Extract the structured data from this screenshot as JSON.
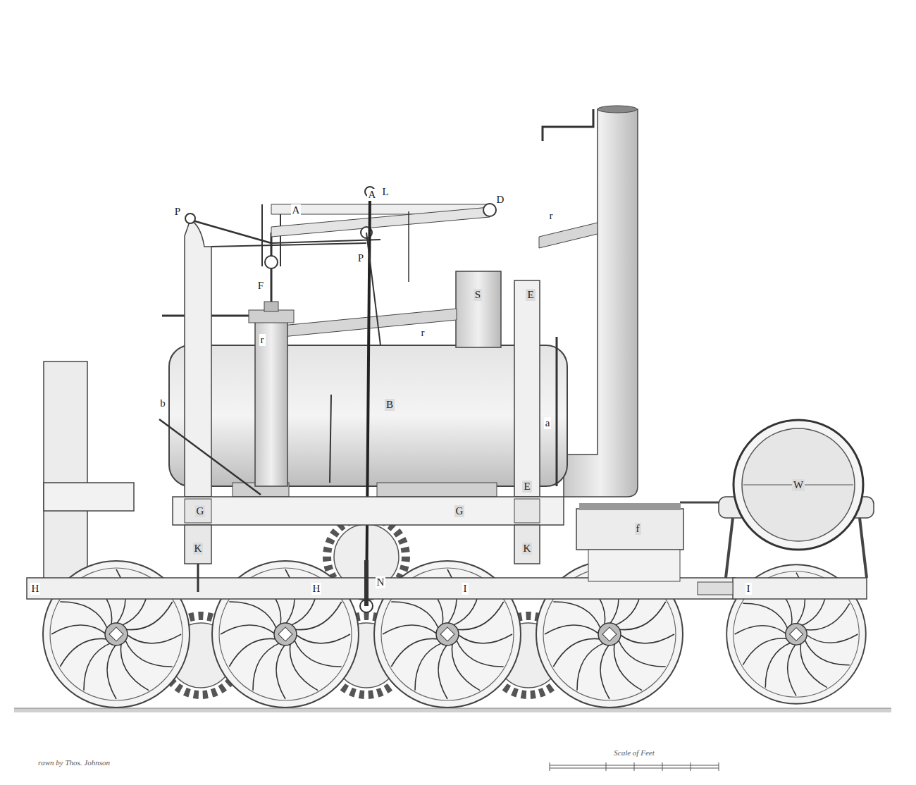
{
  "diagram": {
    "labels": [
      "A",
      "A",
      "D",
      "P",
      "L",
      "E",
      "P",
      "F",
      "S",
      "r",
      "r",
      "r",
      "B",
      "b",
      "a",
      "W",
      "G",
      "G",
      "E",
      "K",
      "K",
      "N",
      "f",
      "H",
      "H",
      "I",
      "I",
      "rawn by Thos. Johnson",
      "Scale of Feet"
    ]
  }
}
